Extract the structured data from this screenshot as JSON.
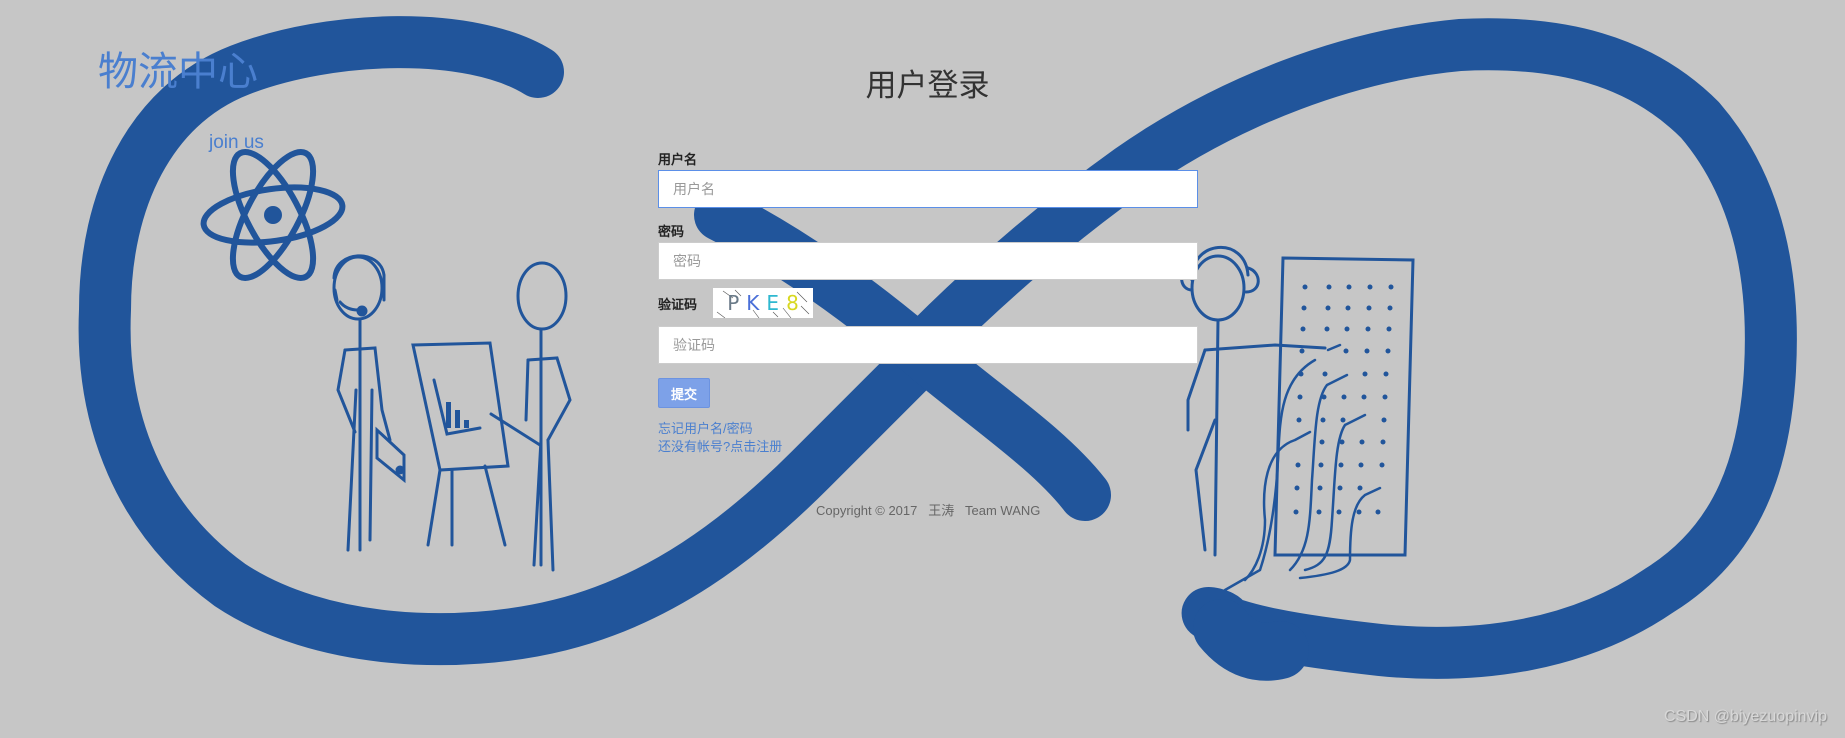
{
  "brand": {
    "title": "物流中心",
    "join_link": "join  us"
  },
  "login": {
    "title": "用户登录",
    "username": {
      "label": "用户名",
      "placeholder": "用户名",
      "value": ""
    },
    "password": {
      "label": "密码",
      "placeholder": "密码",
      "value": ""
    },
    "captcha": {
      "label": "验证码",
      "image_chars": [
        "P",
        "K",
        "E",
        "8"
      ],
      "image_colors": [
        "#6a7a88",
        "#4a6fd8",
        "#2fb8d0",
        "#d8d820"
      ],
      "placeholder": "验证码",
      "value": ""
    },
    "submit_label": "提交",
    "links": {
      "forgot": "忘记用户名/密码",
      "register": "还没有帐号?点击注册"
    }
  },
  "footer": {
    "copyright": "Copyright © 2017   王涛   Team WANG"
  },
  "watermark": "CSDN @biyezuopinvip",
  "colors": {
    "background": "#c6c6c6",
    "art_blue": "#21559b",
    "link_blue": "#4a7fcf",
    "button_blue": "#7da1e8",
    "focus_border": "#5b8fe8"
  }
}
